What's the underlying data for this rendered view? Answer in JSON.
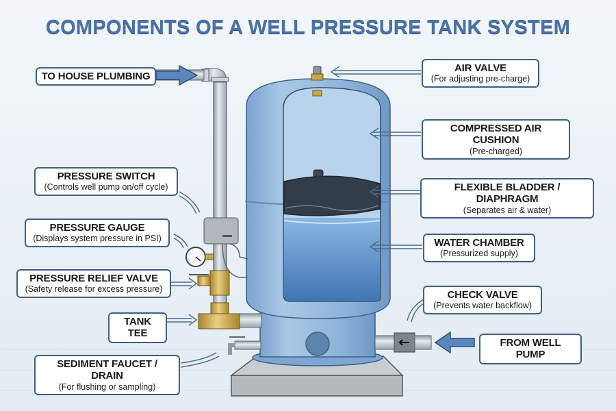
{
  "title": "COMPONENTS OF A WELL PRESSURE TANK SYSTEM",
  "colors": {
    "title": "#4a72a8",
    "label_border": "#3e5f85",
    "tank": "#8fb5da",
    "water": "#4f86c0",
    "bladder": "#2f3a46",
    "brass": "#c9a64a",
    "pipe": "#b9c3cc"
  },
  "labels": {
    "to_house": {
      "title": "TO HOUSE PLUMBING"
    },
    "pressure_switch": {
      "title": "PRESSURE SWITCH",
      "sub": "(Controls well pump on/off cycle)"
    },
    "pressure_gauge": {
      "title": "PRESSURE GAUGE",
      "sub": "(Displays system pressure in PSI)"
    },
    "relief_valve": {
      "title": "PRESSURE RELIEF VALVE",
      "sub": "(Safety release for excess pressure)"
    },
    "tank_tee": {
      "title": "TANK TEE"
    },
    "sediment_faucet": {
      "title": "SEDIMENT FAUCET / DRAIN",
      "sub": "(For flushing or sampling)"
    },
    "air_valve": {
      "title": "AIR VALVE",
      "sub": "(For adjusting pre-charge)"
    },
    "air_cushion": {
      "title": "COMPRESSED AIR CUSHION",
      "sub": "(Pre-charged)"
    },
    "bladder": {
      "title": "FLEXIBLE BLADDER / DIAPHRAGM",
      "sub": "(Separates air & water)"
    },
    "water_chamber": {
      "title": "WATER CHAMBER",
      "sub": "(Pressurized supply)"
    },
    "check_valve": {
      "title": "CHECK VALVE",
      "sub": "(Prevents water backflow)"
    },
    "from_pump": {
      "title": "FROM WELL PUMP"
    }
  }
}
